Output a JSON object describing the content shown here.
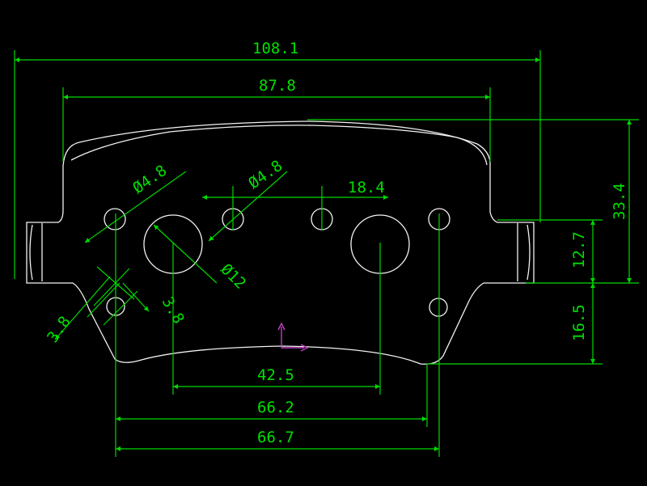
{
  "dimensions": {
    "overall_width": "108.1",
    "backing_width": "87.8",
    "small_hole_dia_left": "Ø4.8",
    "small_hole_dia_mid": "Ø4.8",
    "hole_spacing": "18.4",
    "height_total": "33.4",
    "height_upper": "12.7",
    "height_lower": "16.5",
    "large_hole_dia": "Ø12",
    "offset_a": "3.8",
    "offset_b": "3.8",
    "center_spacing": "42.5",
    "lower_span_a": "66.2",
    "lower_span_b": "66.7"
  },
  "colors": {
    "dimension": "#00d800",
    "outline": "#f2f2f2",
    "ucs": "#c040c0",
    "background": "#000000"
  },
  "icons": [
    "ucs-icon"
  ]
}
